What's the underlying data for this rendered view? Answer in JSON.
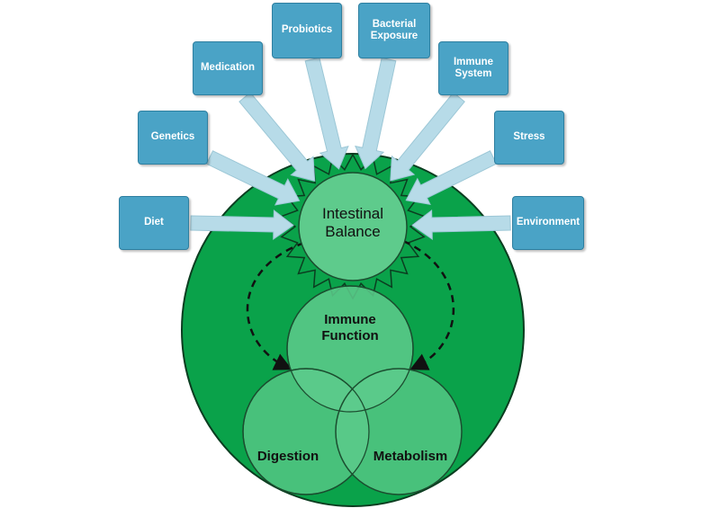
{
  "factors": [
    {
      "id": "diet",
      "label": "Diet"
    },
    {
      "id": "genetics",
      "label": "Genetics"
    },
    {
      "id": "medication",
      "label": "Medication"
    },
    {
      "id": "probiotics",
      "label": "Probiotics"
    },
    {
      "id": "bacterial-exposure",
      "label": "Bacterial\nExposure"
    },
    {
      "id": "immune-system",
      "label": "Immune\nSystem"
    },
    {
      "id": "stress",
      "label": "Stress"
    },
    {
      "id": "environment",
      "label": "Environment"
    }
  ],
  "center": {
    "label": "Intestinal\nBalance"
  },
  "outcomes": {
    "immune_function": "Immune\nFunction",
    "digestion": "Digestion",
    "metabolism": "Metabolism"
  },
  "colors": {
    "big_circle": "#0aa24a",
    "inner_circle": "#5ecb8c",
    "box_fill": "#4aa3c6",
    "arrow_fill": "#b7dbe8"
  }
}
